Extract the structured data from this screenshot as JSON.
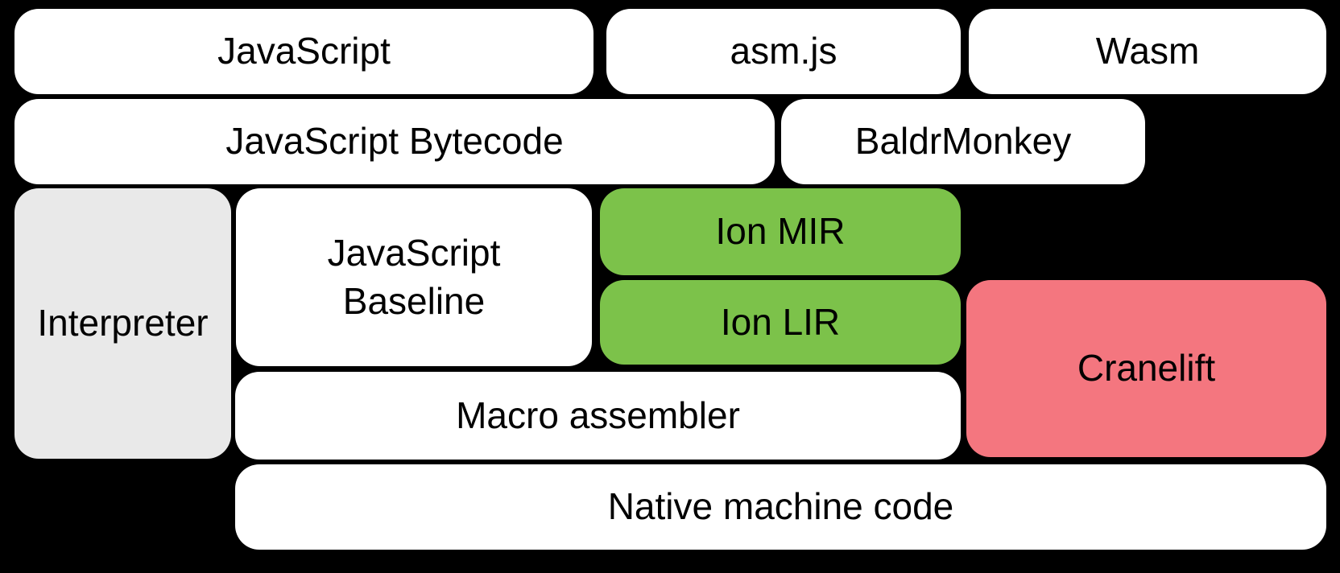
{
  "diagram": {
    "background_color": "#000000",
    "text_color": "#000000",
    "node_colors": {
      "default": "#FFFFFF",
      "interpreter": "#E9E9E9",
      "ion": "#7CC24A",
      "cranelift": "#F4767F"
    },
    "nodes": {
      "javascript": {
        "label": "JavaScript",
        "fill": "#FFFFFF"
      },
      "asmjs": {
        "label": "asm.js",
        "fill": "#FFFFFF"
      },
      "wasm": {
        "label": "Wasm",
        "fill": "#FFFFFF"
      },
      "javascript_bytecode": {
        "label": "JavaScript Bytecode",
        "fill": "#FFFFFF"
      },
      "baldrmonkey": {
        "label": "BaldrMonkey",
        "fill": "#FFFFFF"
      },
      "interpreter": {
        "label": "Interpreter",
        "fill": "#E9E9E9"
      },
      "javascript_baseline": {
        "label": "JavaScript\nBaseline",
        "fill": "#FFFFFF"
      },
      "ion_mir": {
        "label": "Ion MIR",
        "fill": "#7CC24A"
      },
      "ion_lir": {
        "label": "Ion LIR",
        "fill": "#7CC24A"
      },
      "cranelift": {
        "label": "Cranelift",
        "fill": "#F4767F"
      },
      "macro_assembler": {
        "label": "Macro assembler",
        "fill": "#FFFFFF"
      },
      "native_machine_code": {
        "label": "Native machine code",
        "fill": "#FFFFFF"
      }
    }
  }
}
